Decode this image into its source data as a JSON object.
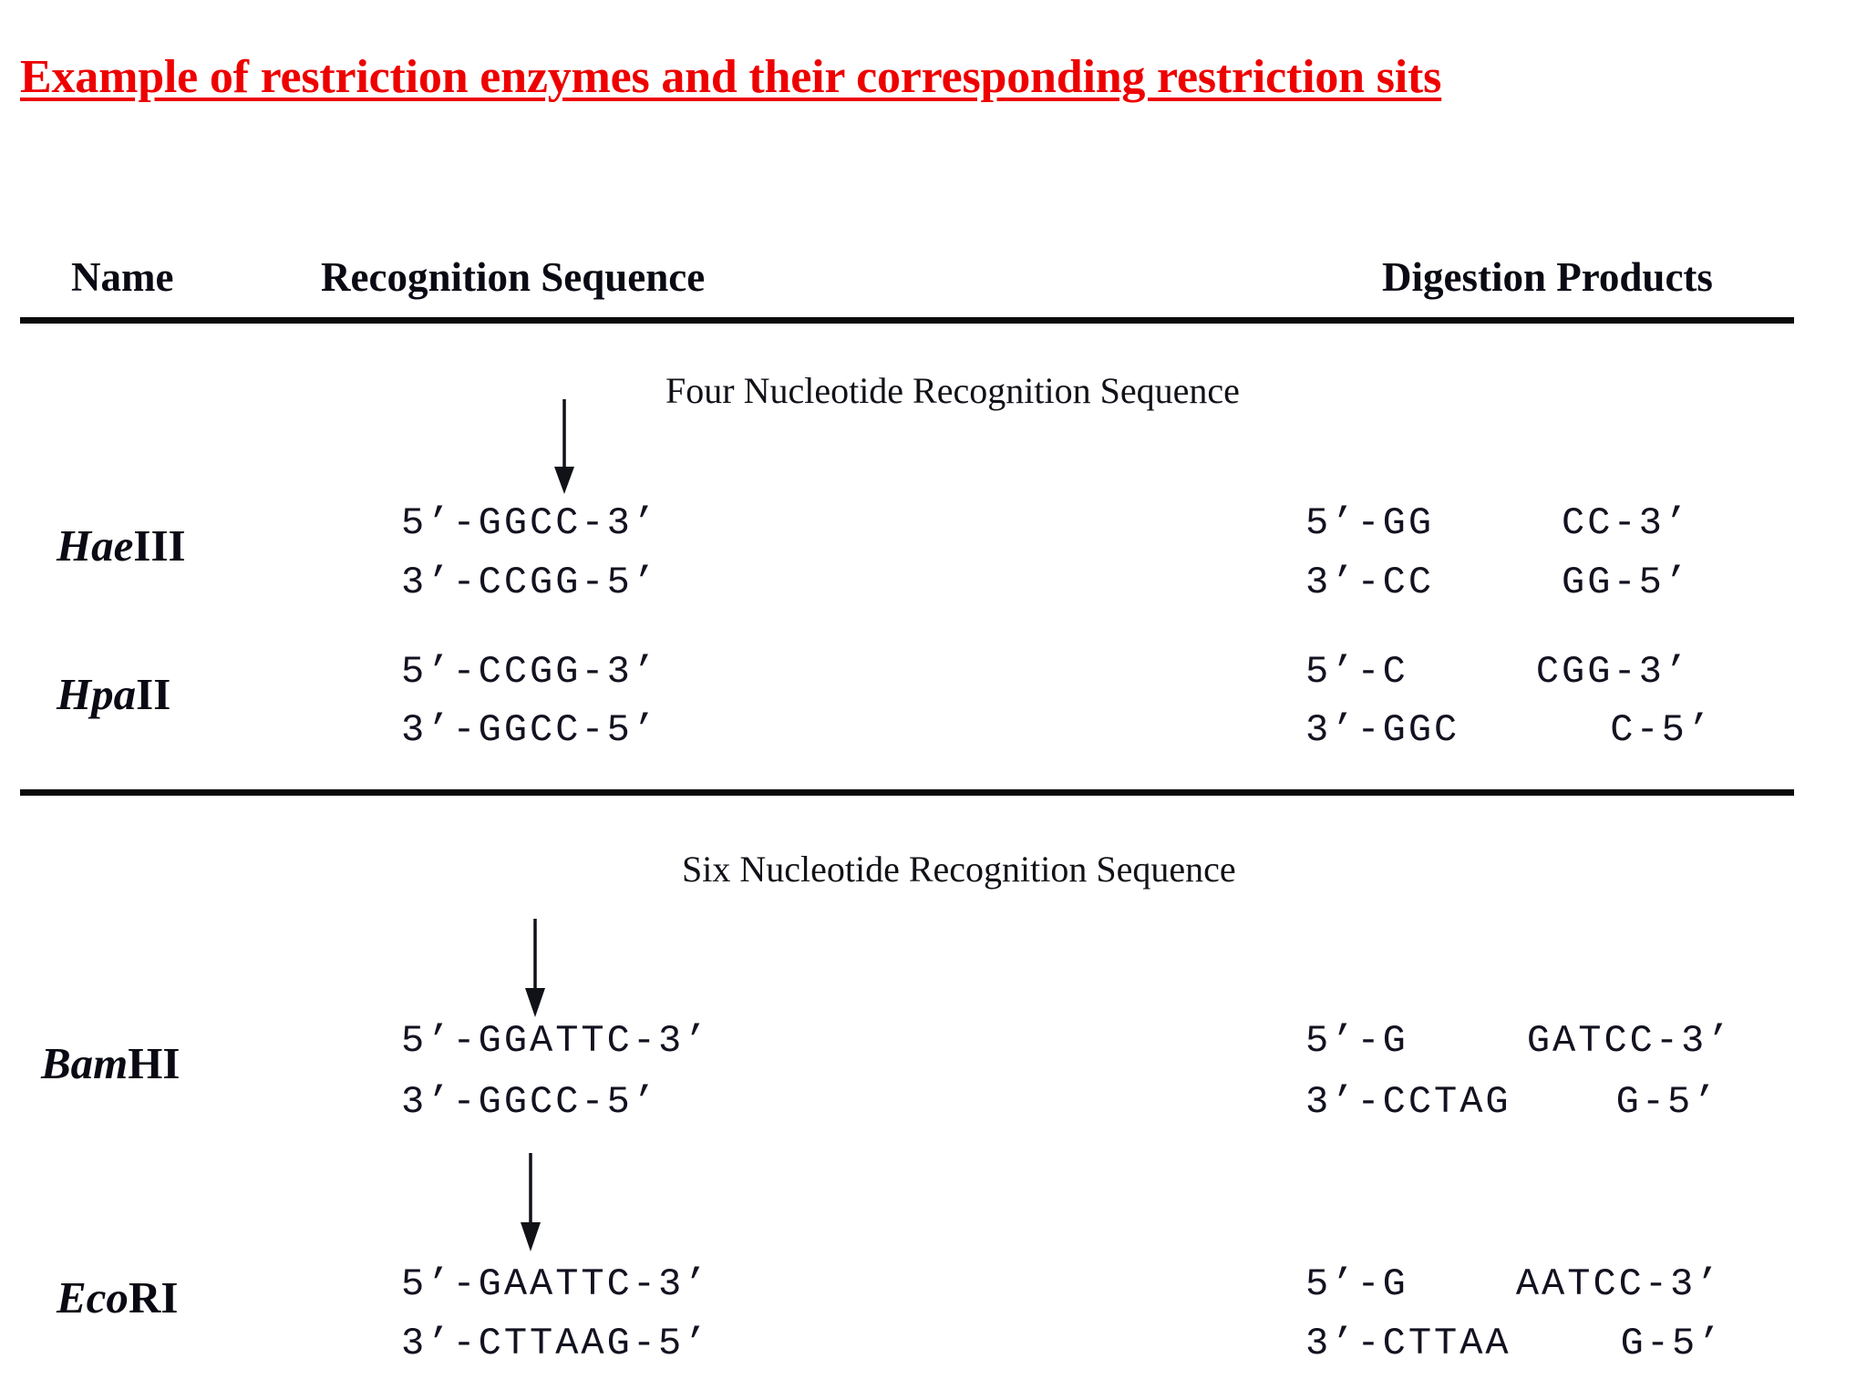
{
  "title": "Example of restriction enzymes and their corresponding restriction sits",
  "table": {
    "headers": {
      "name": "Name",
      "recognition": "Recognition Sequence",
      "digestion": "Digestion Products"
    },
    "sections": [
      {
        "label": "Four Nucleotide Recognition Sequence",
        "rows": [
          {
            "name_italic": "Hae",
            "name_roman": "III",
            "recognition_top": "5’-GGCC-3’",
            "recognition_bottom": "3’-CCGG-5’",
            "digestion_top_left": "5’-GG",
            "digestion_top_right": "CC-3’",
            "digestion_bottom_left": "3’-CC",
            "digestion_bottom_right": "GG-5’",
            "cut_arrow": true
          },
          {
            "name_italic": "Hpa",
            "name_roman": "II",
            "recognition_top": "5’-CCGG-3’",
            "recognition_bottom": "3’-GGCC-5’",
            "digestion_top_left": "5’-C",
            "digestion_top_right": "CGG-3’",
            "digestion_bottom_left": "3’-GGC",
            "digestion_bottom_right": "C-5’",
            "cut_arrow": false
          }
        ]
      },
      {
        "label": "Six Nucleotide Recognition Sequence",
        "rows": [
          {
            "name_italic": "Bam",
            "name_roman": "HI",
            "recognition_top": "5’-GGATTC-3’",
            "recognition_bottom": "3’-GGCC-5’",
            "digestion_top_left": "5’-G",
            "digestion_top_right": "GATCC-3’",
            "digestion_bottom_left": "3’-CCTAG",
            "digestion_bottom_right": "G-5’",
            "cut_arrow": true
          },
          {
            "name_italic": "Eco",
            "name_roman": "RI",
            "recognition_top": "5’-GAATTC-3’",
            "recognition_bottom": "3’-CTTAAG-5’",
            "digestion_top_left": "5’-G",
            "digestion_top_right": "AATCC-3’",
            "digestion_bottom_left": "3’-CTTAA",
            "digestion_bottom_right": "G-5’",
            "cut_arrow": true
          }
        ]
      }
    ]
  },
  "colors": {
    "title": "#ee0000",
    "text": "#0a0a14",
    "rule": "#0a0a0a",
    "background": "#ffffff"
  },
  "icons": {
    "cut_arrow": "down-arrow-icon"
  }
}
